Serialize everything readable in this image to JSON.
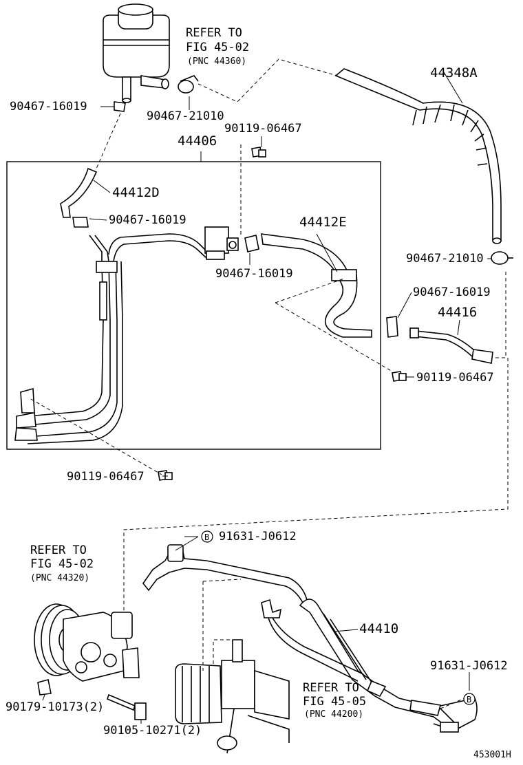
{
  "refs": {
    "reservoir": {
      "line1": "REFER TO",
      "line2": "FIG 45-02",
      "line3": "(PNC 44360)"
    },
    "pump": {
      "line1": "REFER TO",
      "line2": "FIG 45-02",
      "line3": "(PNC 44320)"
    },
    "gear": {
      "line1": "REFER TO",
      "line2": "FIG 45-05",
      "line3": "(PNC 44200)"
    }
  },
  "parts": {
    "p44348A": "44348A",
    "p90467_16019_top": "90467-16019",
    "p90467_21010_top": "90467-21010",
    "p90119_06467_top": "90119-06467",
    "p44406": "44406",
    "p44412D": "44412D",
    "p90467_16019_a": "90467-16019",
    "p44412E": "44412E",
    "p90467_16019_b": "90467-16019",
    "p90467_21010_right": "90467-21010",
    "p90467_16019_right": "90467-16019",
    "p44416": "44416",
    "p90119_06467_right": "90119-06467",
    "p90119_06467_bottom": "90119-06467",
    "p91631_J0612_top": "91631-J0612",
    "p44410": "44410",
    "p91631_J0612_right": "91631-J0612",
    "p90179_10173": "90179-10173(2)",
    "p90105_10271": "90105-10271(2)"
  },
  "markers": {
    "b_top": "B",
    "b_right": "B"
  },
  "figure_id": "453001H"
}
